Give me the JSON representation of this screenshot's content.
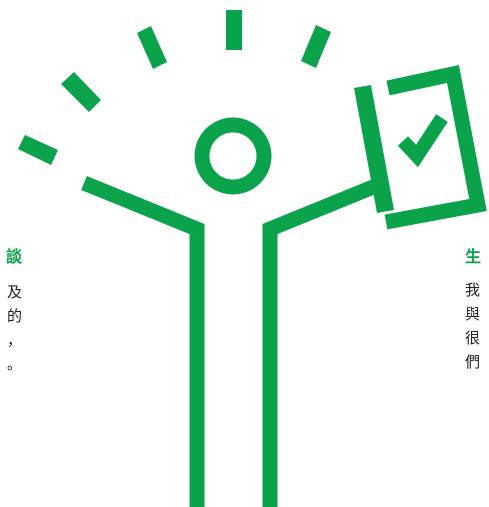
{
  "colors": {
    "accent": "#0aa34b",
    "text": "#222222"
  },
  "left_text": {
    "heading": "談",
    "lines": [
      "及",
      "的",
      "，",
      "。"
    ]
  },
  "right_text": {
    "heading": "生",
    "lines": [
      "我",
      "與",
      "很",
      "們"
    ]
  },
  "icons": {
    "figure": "person-with-raised-arms-icon",
    "checklist": "checkbox-check-icon",
    "rays": "radiating-lines-icon"
  }
}
